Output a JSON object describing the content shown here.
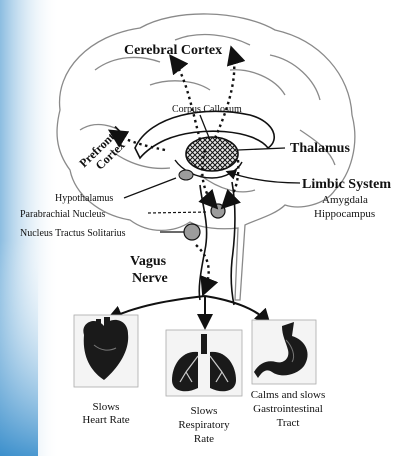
{
  "labels": {
    "cerebral_cortex": "Cerebral Cortex",
    "corpus_callosum": "Corpus Callosum",
    "prefrontal_line1": "Prefrontal",
    "prefrontal_line2": "Cortex",
    "thalamus": "Thalamus",
    "hypothalamus": "Hypothalamus",
    "limbic_system": "Limbic System",
    "amygdala": "Amygdala",
    "hippocampus": "Hippocampus",
    "parabrachial_nucleus": "Parabrachial Nucleus",
    "nucleus_tractus_solitarius": "Nucleus Tractus Solitarius",
    "vagus_line1": "Vagus",
    "vagus_line2": "Nerve"
  },
  "effects": {
    "heart_line1": "Slows",
    "heart_line2": "Heart Rate",
    "lungs_line1": "Slows",
    "lungs_line2": "Respiratory",
    "lungs_line3": "Rate",
    "gut_line1": "Calms and slows",
    "gut_line2": "Gastrointestinal",
    "gut_line3": "Tract"
  },
  "colors": {
    "background_gradient_top": "#e9f3fa",
    "background_gradient_bottom": "#2d87c8",
    "line": "#111111",
    "brain_outline": "#8a8a8a",
    "nucleus_fill": "#9c9c9c"
  },
  "icons": [
    "brain-outline",
    "heart-icon",
    "lungs-icon",
    "stomach-icon"
  ]
}
